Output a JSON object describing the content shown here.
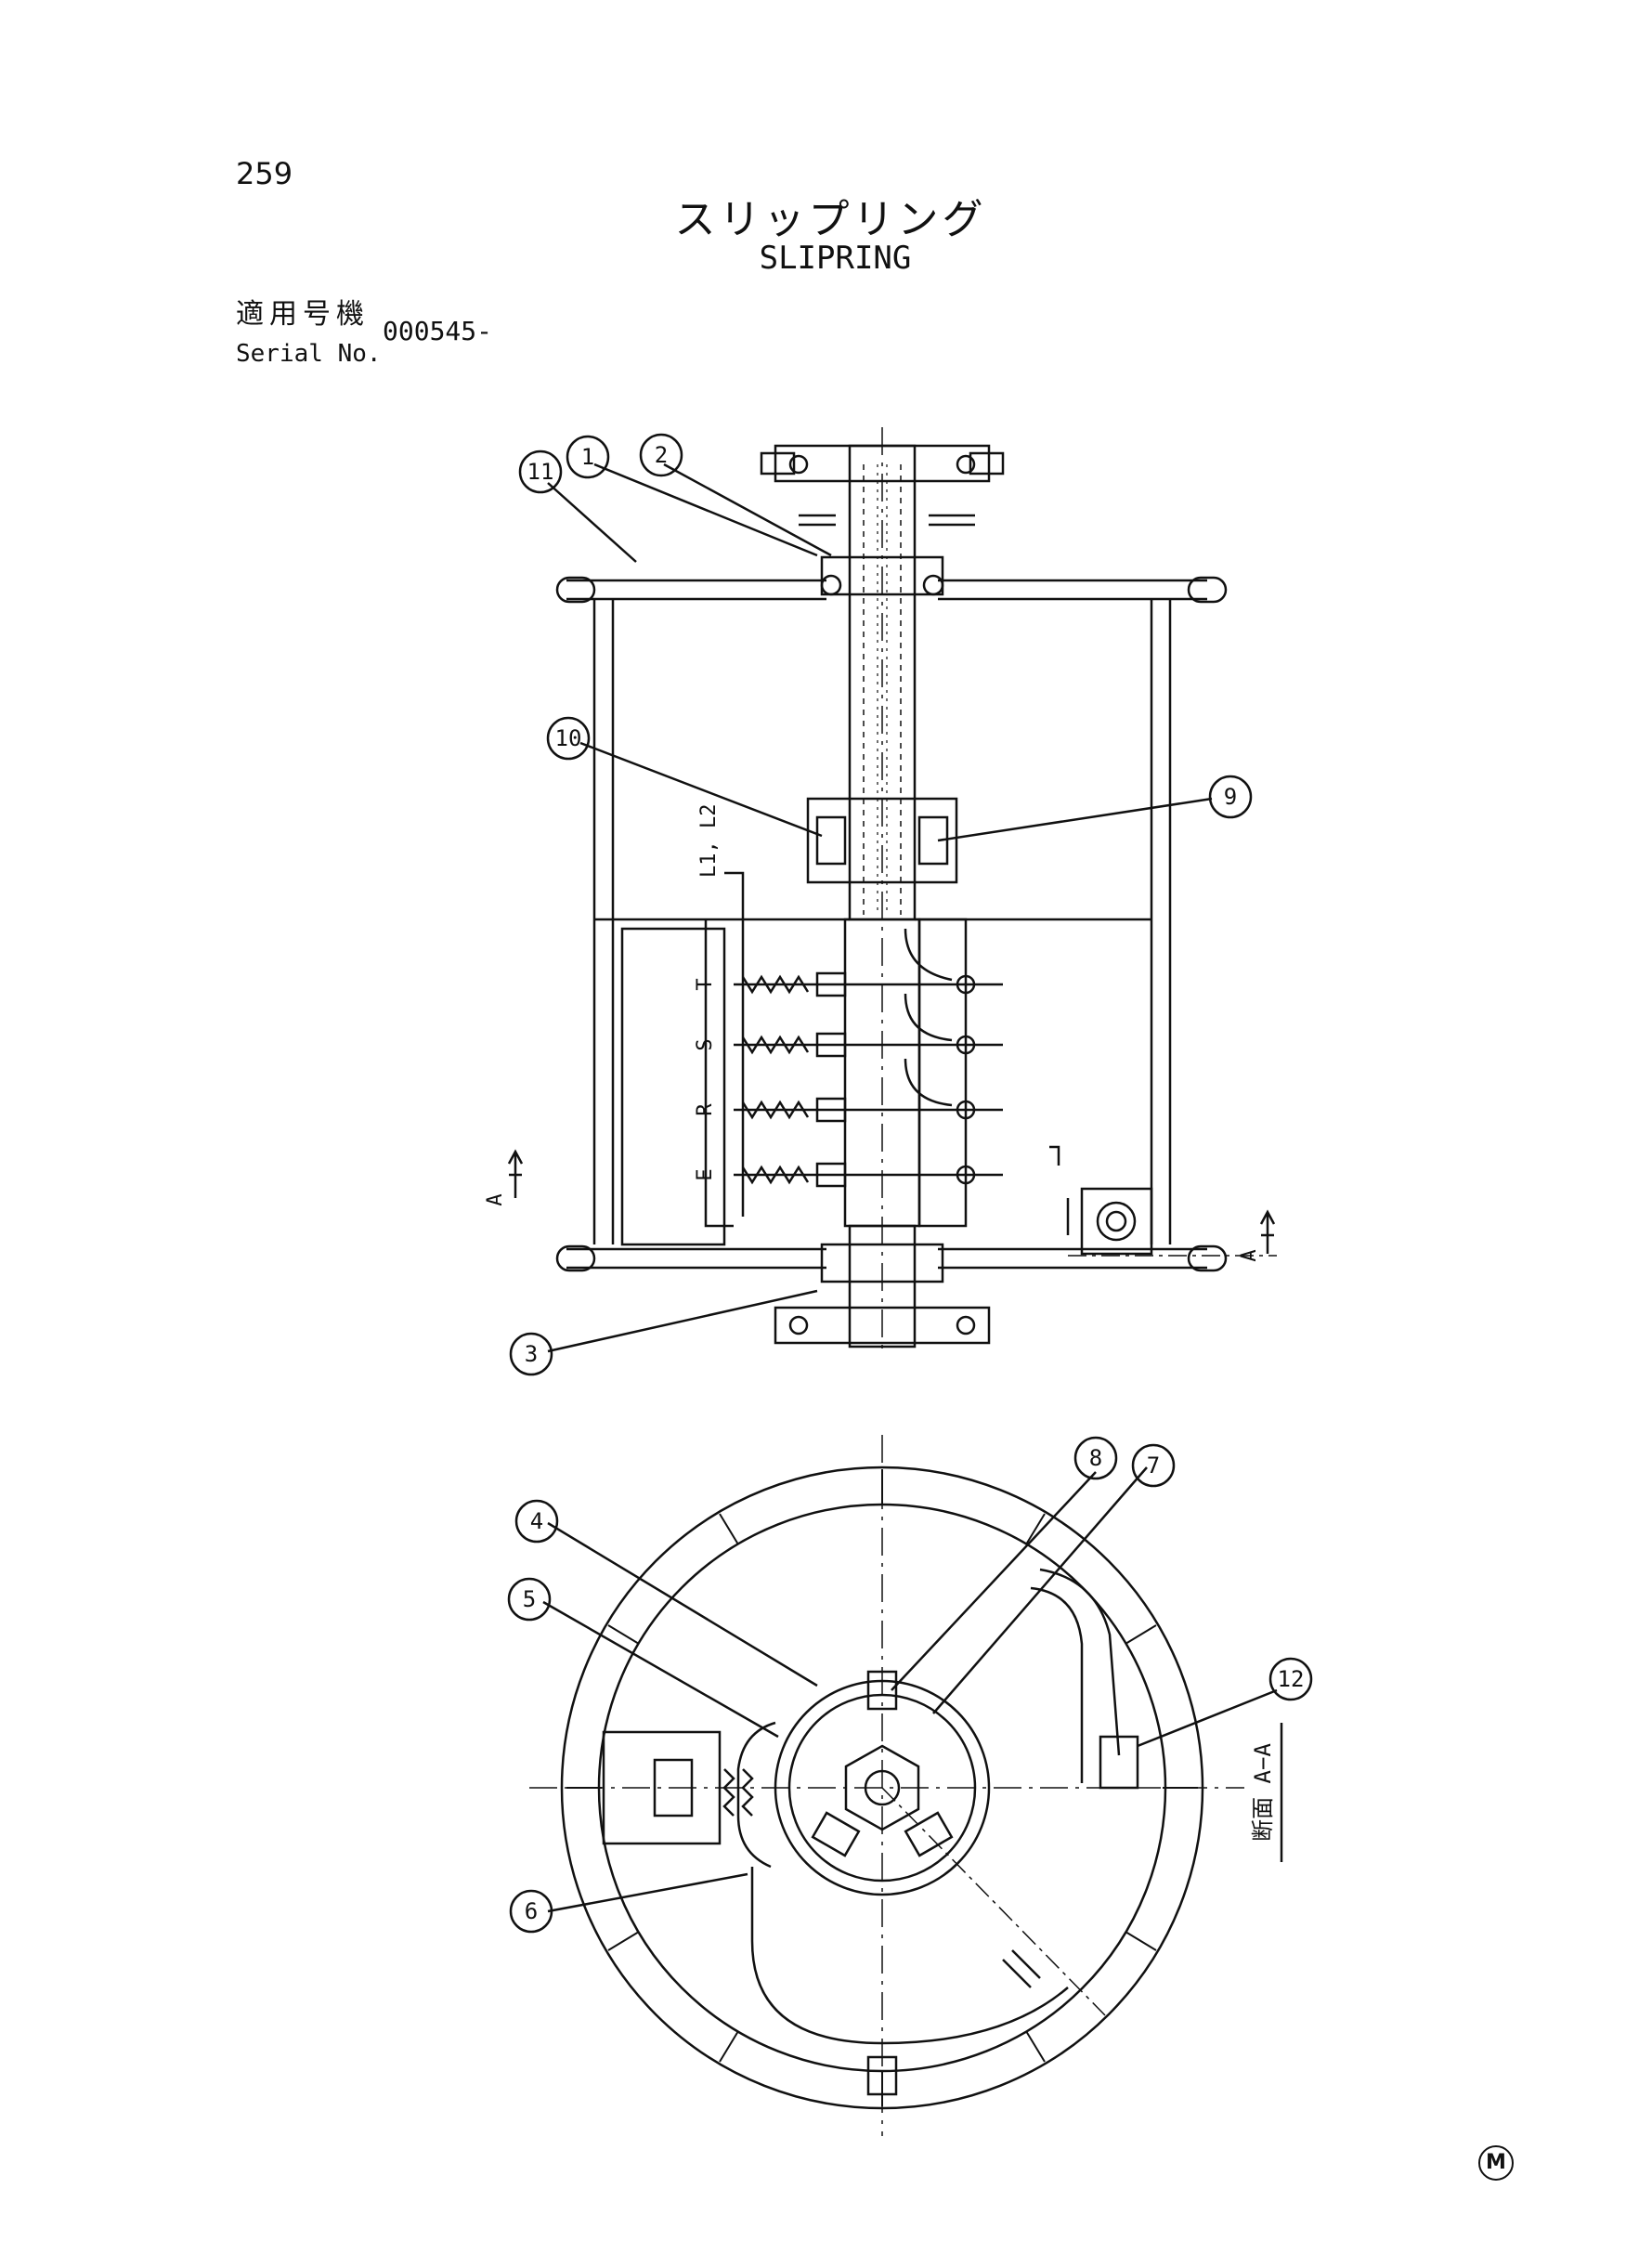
{
  "page": {
    "number": "259"
  },
  "title": {
    "japanese": "スリップリング",
    "english": "SLIPRING"
  },
  "serial": {
    "label_jp": "適用号機",
    "label_en": "Serial No.",
    "value": "000545-"
  },
  "callouts": [
    "1",
    "2",
    "3",
    "4",
    "5",
    "6",
    "7",
    "8",
    "9",
    "10",
    "11",
    "12"
  ],
  "labels": {
    "cable": "L1, L2",
    "phase_t": "T",
    "phase_s": "S",
    "phase_r": "R",
    "phase_e": "E",
    "section_marker_left": "A",
    "section_marker_right": "A",
    "section_caption": "断面 A−A"
  },
  "footer": {
    "mark": "M"
  }
}
